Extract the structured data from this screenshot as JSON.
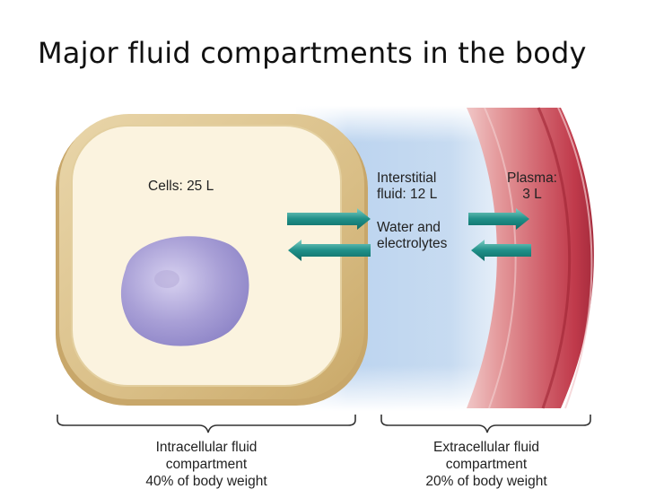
{
  "title": "Major fluid compartments in the body",
  "labels": {
    "cells": "Cells: 25 L",
    "interstitial_line1": "Interstitial",
    "interstitial_line2": "fluid: 12 L",
    "plasma_line1": "Plasma:",
    "plasma_line2": "3 L",
    "exchange_line1": "Water and",
    "exchange_line2": "electrolytes"
  },
  "captions": {
    "intracellular": {
      "line1": "Intracellular fluid",
      "line2": "compartment",
      "line3": "40% of body weight"
    },
    "extracellular": {
      "line1": "Extracellular fluid",
      "line2": "compartment",
      "line3": "20% of body weight"
    }
  },
  "colors": {
    "cell_membrane": "#dcc28e",
    "cytoplasm": "#fbf3df",
    "nucleus": "#a9a0d6",
    "interstitial": "#c9dcf2",
    "plasma_vessel": "#c84a57",
    "arrow": "#1f8f88"
  }
}
